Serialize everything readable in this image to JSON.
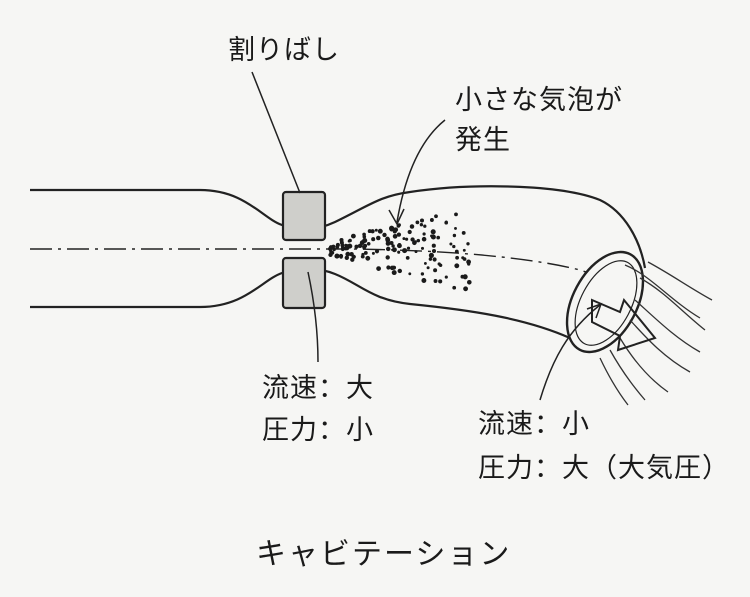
{
  "labels": {
    "orifice": "割りばし",
    "bubbles_line1": "小さな気泡が",
    "bubbles_line2": "発生",
    "throat_line1": "流速：大",
    "throat_line2": "圧力：小",
    "outlet_line1": "流速：小",
    "outlet_line2": "圧力：大（大気圧）"
  },
  "title": "キャビテーション"
}
